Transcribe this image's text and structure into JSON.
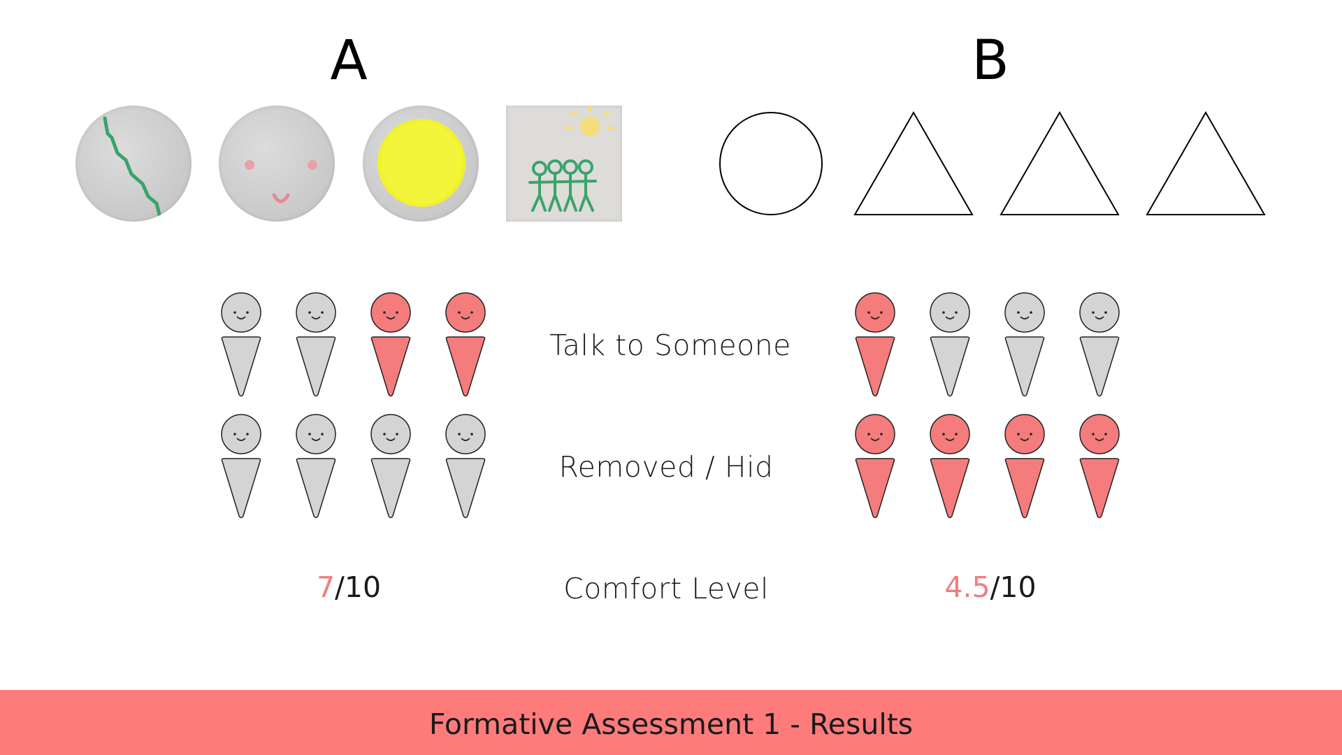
{
  "groups": {
    "a": {
      "title": "A",
      "tokens": [
        {
          "name": "crack-line-token",
          "icon": "green-jagged-line"
        },
        {
          "name": "smiley-face-token",
          "icon": "smiley-face"
        },
        {
          "name": "yellow-sun-token",
          "icon": "yellow-circle"
        },
        {
          "name": "stick-family-token",
          "icon": "stick-figures-with-sun"
        }
      ],
      "talk_to_someone": [
        false,
        false,
        true,
        true
      ],
      "removed_hid": [
        false,
        false,
        false,
        false
      ],
      "comfort": {
        "value": "7",
        "suffix": "/10"
      }
    },
    "b": {
      "title": "B",
      "shapes": [
        "circle",
        "triangle",
        "triangle",
        "triangle"
      ],
      "talk_to_someone": [
        true,
        false,
        false,
        false
      ],
      "removed_hid": [
        true,
        true,
        true,
        true
      ],
      "comfort": {
        "value": "4.5",
        "suffix": "/10"
      }
    }
  },
  "labels": {
    "talk": "Talk to Someone",
    "removed": "Removed / Hid",
    "comfort": "Comfort Level"
  },
  "footer": {
    "title": "Formative Assessment 1 - Results"
  },
  "colors": {
    "highlight": "#f47c7c",
    "neutral": "#d4d4d4",
    "footer": "#fe7b7b",
    "score_accent": "#f07e7e"
  }
}
